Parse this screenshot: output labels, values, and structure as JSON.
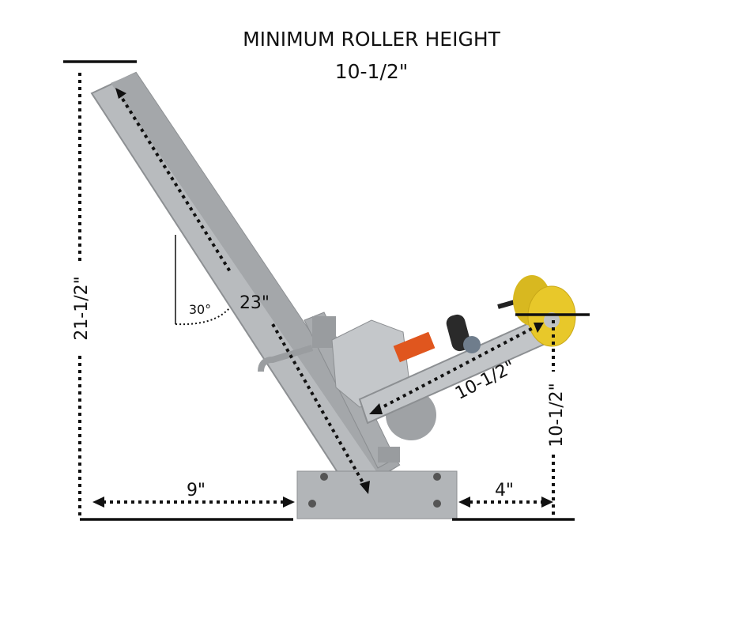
{
  "title": {
    "line1": "MINIMUM ROLLER HEIGHT",
    "line2": "10-1/2\""
  },
  "dimensions": {
    "overall_height": "21-1/2\"",
    "post_length": "23\"",
    "post_angle": "30°",
    "arm_length": "10-1/2\"",
    "roller_height": "10-1/2\"",
    "post_offset": "9\"",
    "roller_overhang": "4\""
  },
  "colors": {
    "metal": "#b9bcbf",
    "roller": "#e8c82a",
    "label": "#e0561e",
    "line": "#111111"
  }
}
